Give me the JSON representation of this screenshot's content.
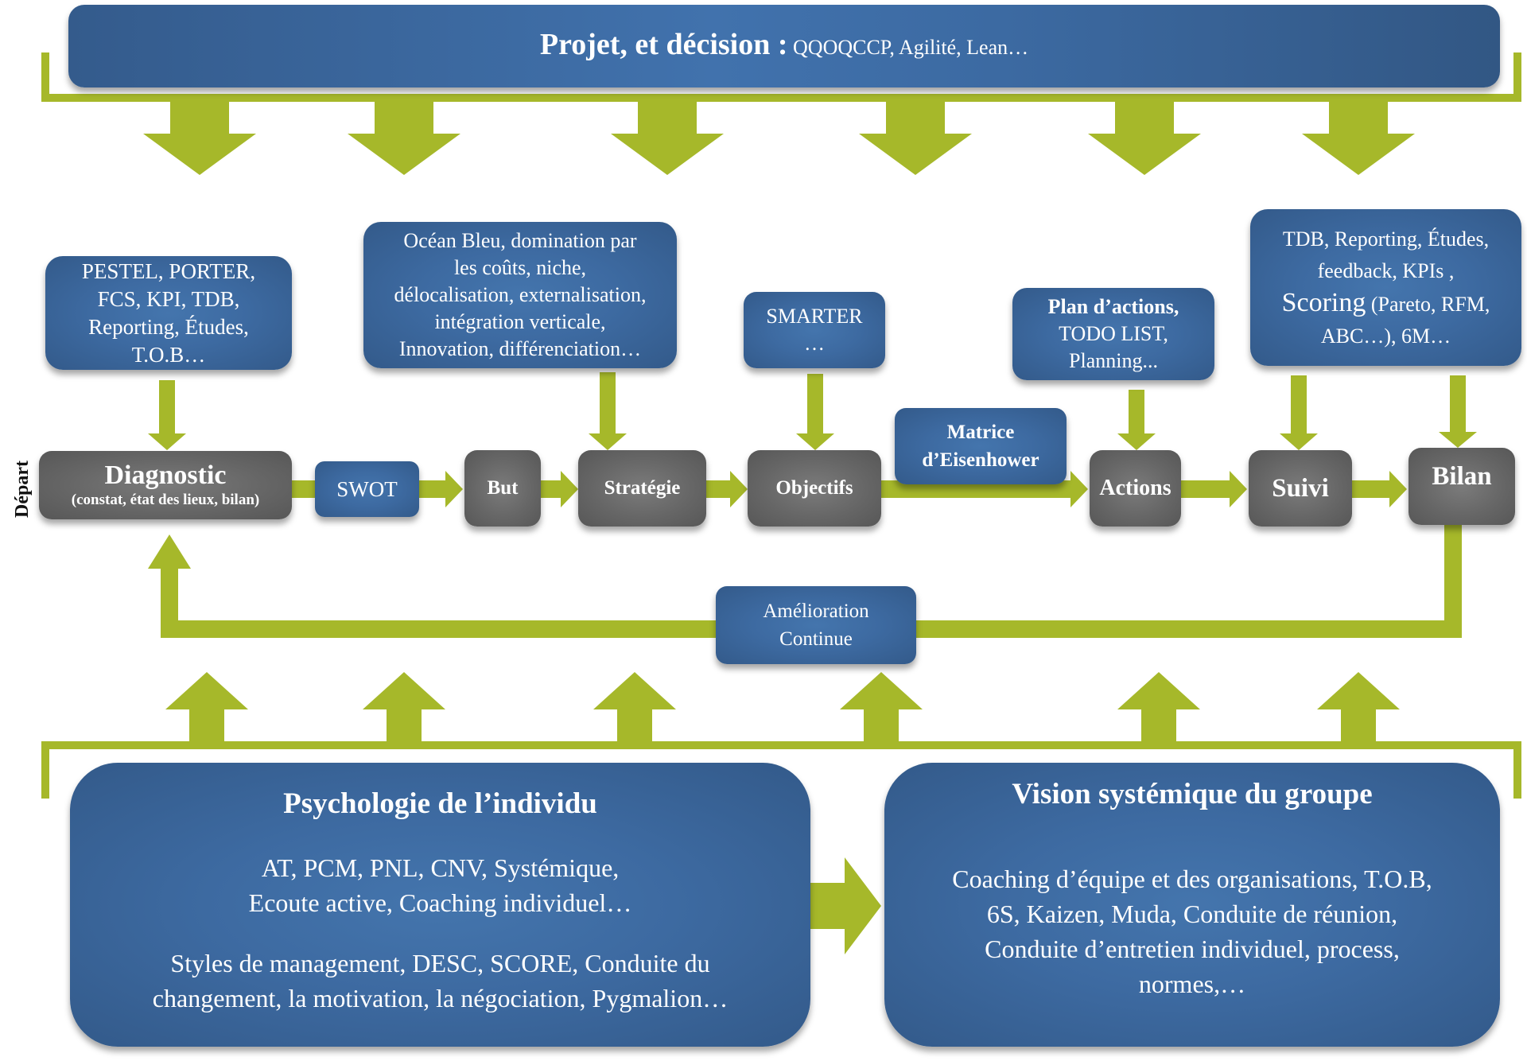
{
  "colors": {
    "accent_green": "#a6b82a",
    "box_blue": "#3d6aa1",
    "box_grey": "#666666",
    "text_white": "#ffffff"
  },
  "header": {
    "title_bold": "Projet, et décision :",
    "title_rest": " QQOQCCP, Agilité, Lean…"
  },
  "start_label": "Départ",
  "tools": {
    "diagnostic": [
      "PESTEL, PORTER,",
      "FCS, KPI, TDB,",
      "Reporting, Études,",
      "T.O.B…"
    ],
    "strategie": [
      "Océan Bleu, domination par",
      "les coûts, niche,",
      "délocalisation, externalisation,",
      "intégration verticale,",
      "Innovation, différenciation…"
    ],
    "objectifs": [
      "SMARTER",
      "…"
    ],
    "actions_bold": "Plan d’actions,",
    "actions": [
      "TODO LIST,",
      "Planning..."
    ],
    "suivi_bilan": {
      "line1": "TDB, Reporting, Études,",
      "line2": "feedback, KPIs ,",
      "line3_big": "Scoring",
      "line3_rest": " (Pareto, RFM,",
      "line4": "ABC…), 6M…"
    }
  },
  "steps": {
    "diagnostic_title": "Diagnostic",
    "diagnostic_sub": "(constat, état des lieux, bilan)",
    "swot": "SWOT",
    "but": "But",
    "strategie": "Stratégie",
    "objectifs": "Objectifs",
    "matrice": [
      "Matrice",
      "d’Eisenhower"
    ],
    "actions": "Actions",
    "suivi": "Suivi",
    "bilan": "Bilan"
  },
  "loop": {
    "label": [
      "Amélioration",
      "Continue"
    ]
  },
  "foundation": {
    "individual": {
      "title": "Psychologie de l’individu",
      "para1": [
        "AT, PCM,  PNL, CNV, Systémique,",
        "Ecoute active, Coaching individuel…"
      ],
      "para2": [
        "Styles de management, DESC, SCORE, Conduite du",
        "changement, la motivation, la négociation, Pygmalion…"
      ]
    },
    "group": {
      "title": "Vision systémique du groupe",
      "para": [
        "Coaching d’équipe et des organisations, T.O.B,",
        "6S, Kaizen, Muda, Conduite de réunion,",
        "Conduite d’entretien individuel, process,",
        "normes,…"
      ]
    }
  }
}
